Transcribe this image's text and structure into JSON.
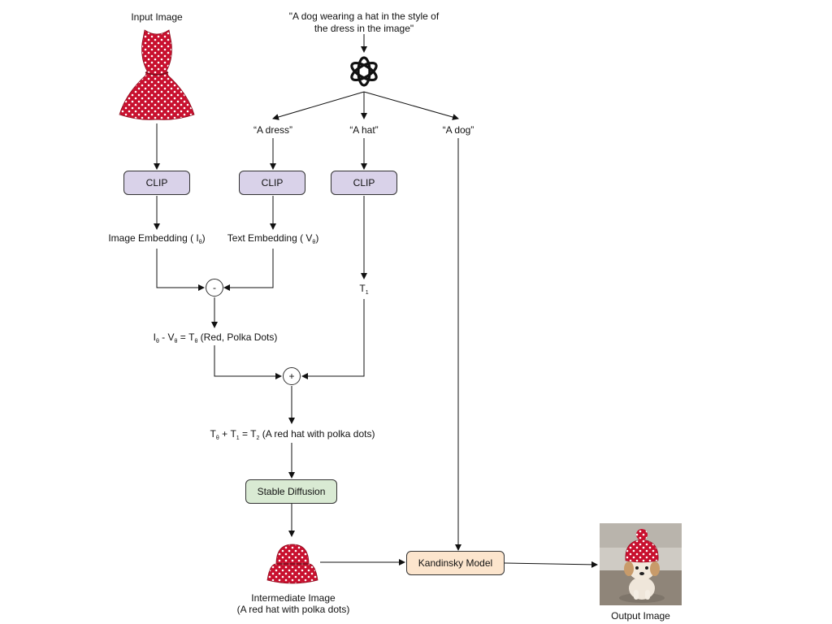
{
  "labels": {
    "input_image": "Input Image",
    "prompt": "\"A dog wearing a hat in the style of the dress in the image\"",
    "a_dress": "“A dress”",
    "a_hat": "“A hat”",
    "a_dog": "“A dog”",
    "image_embedding": "Image Embedding ( I",
    "image_embedding_sub": "θ",
    "text_embedding": "Text Embedding ( V",
    "text_embedding_sub": "θ",
    "t1": "T",
    "t1_sub": "1",
    "eq1_a": "I",
    "eq1_a_sub": "θ",
    "eq1_b": " - V",
    "eq1_b_sub": "θ",
    "eq1_c": " = T",
    "eq1_c_sub": "θ",
    "eq1_d": " (Red, Polka Dots)",
    "eq2_a": "T",
    "eq2_a_sub": "θ",
    "eq2_b": " + T",
    "eq2_b_sub": "1",
    "eq2_c": " = T",
    "eq2_c_sub": "2",
    "eq2_d": " (A red hat with polka dots)",
    "intermediate_line1": "Intermediate Image",
    "intermediate_line2": "(A red hat with polka dots)",
    "output_image": "Output Image"
  },
  "boxes": {
    "clip": "CLIP",
    "stable_diffusion": "Stable Diffusion",
    "kandinsky": "Kandinsky Model"
  },
  "operators": {
    "minus": "-",
    "plus": "+"
  },
  "colors": {
    "clip_fill": "#d9d2e9",
    "sd_fill": "#d9ead3",
    "kandinsky_fill": "#fce5cd",
    "polka_red": "#c8102e"
  },
  "icons": [
    "openai-logo-icon"
  ]
}
